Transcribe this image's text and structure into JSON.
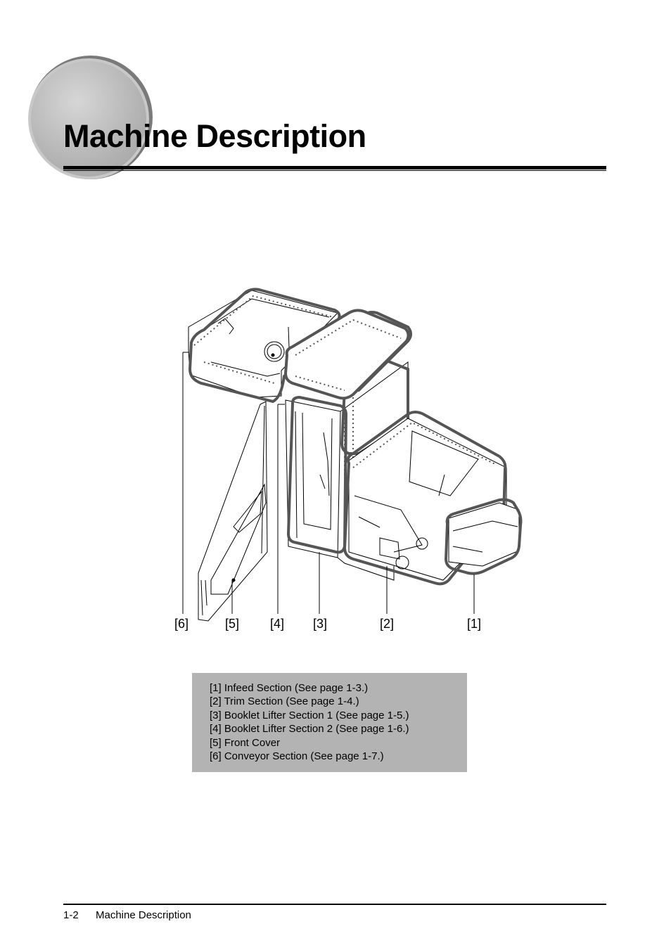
{
  "header": {
    "title": "Machine Description"
  },
  "figure": {
    "callouts": [
      "[6]",
      "[5]",
      "[4]",
      "[3]",
      "[2]",
      "[1]"
    ]
  },
  "legend": {
    "items": [
      "[1] Infeed Section (See page 1-3.)",
      "[2] Trim Section (See page 1-4.)",
      "[3] Booklet Lifter Section 1 (See page 1-5.)",
      "[4] Booklet Lifter Section 2 (See page 1-6.)",
      "[5] Front Cover",
      "[6] Conveyor Section (See page 1-7.)"
    ]
  },
  "footer": {
    "page_number": "1-2",
    "section_title": "Machine Description"
  }
}
